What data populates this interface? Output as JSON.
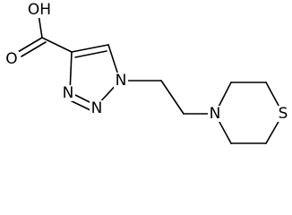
{
  "molecule": {
    "atoms": {
      "hydroxyl": "OH",
      "carbonyl_oxygen": "O",
      "triazole_n1": "N",
      "triazole_n2": "N",
      "triazole_n3": "N",
      "morpholine_n": "N",
      "thio_s": "S"
    },
    "colors": {
      "bond": "#000000",
      "label": "#000000",
      "background": "#ffffff"
    }
  }
}
